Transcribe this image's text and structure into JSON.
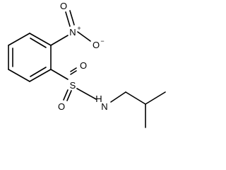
{
  "molecule": {
    "atoms": {
      "nitro_oxygen_top": "O",
      "nitro_oxygen_top_charge": "−",
      "nitro_nitrogen": "N",
      "nitro_nitrogen_charge": "+",
      "nitro_oxygen_left": "O",
      "sulfonyl_oxygen_top": "O",
      "sulfur": "S",
      "sulfonyl_oxygen_bottom": "O",
      "amine_nitrogen": "N",
      "amine_hydrogen": "H"
    }
  }
}
